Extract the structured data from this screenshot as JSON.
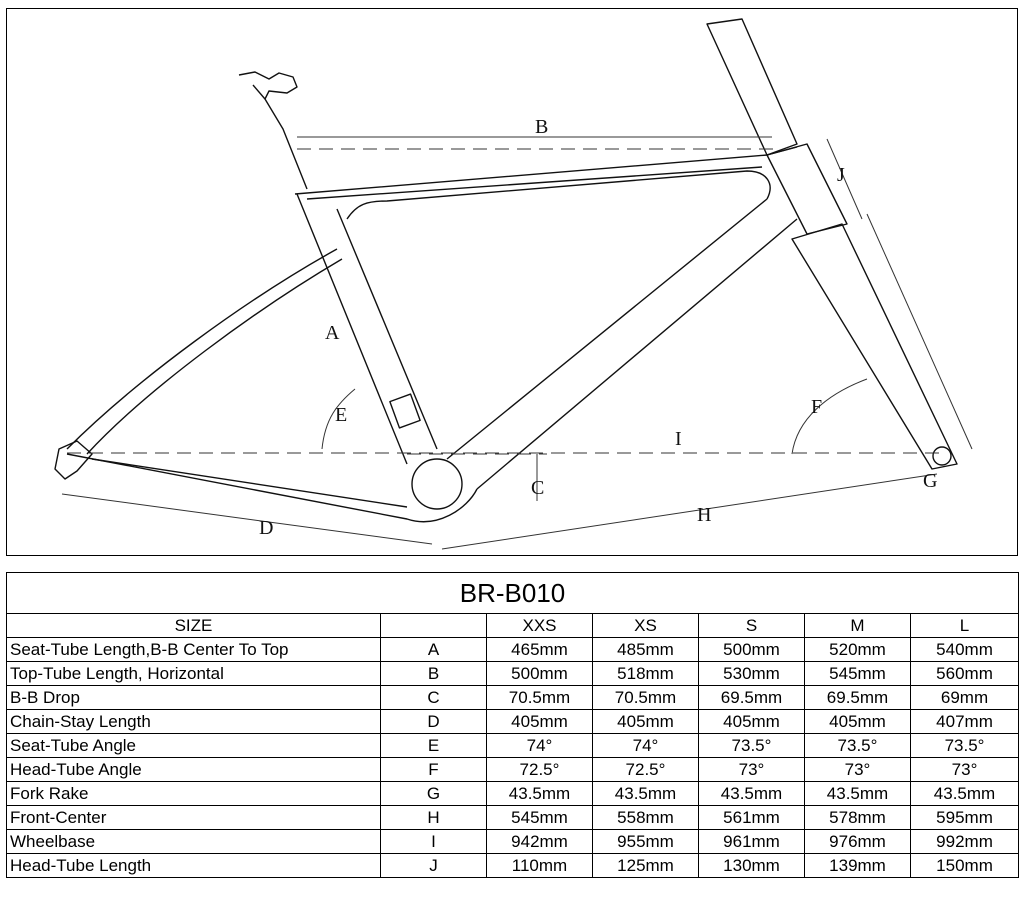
{
  "diagram": {
    "labels": [
      "A",
      "B",
      "C",
      "D",
      "E",
      "F",
      "G",
      "H",
      "I",
      "J"
    ]
  },
  "table": {
    "title": "BR-B010",
    "header": [
      "SIZE",
      "",
      "XXS",
      "XS",
      "S",
      "M",
      "L"
    ],
    "rows": [
      {
        "param": "Seat-Tube Length,B-B Center To Top",
        "code": "A",
        "values": [
          "465mm",
          "485mm",
          "500mm",
          "520mm",
          "540mm"
        ]
      },
      {
        "param": "Top-Tube Length, Horizontal",
        "code": "B",
        "values": [
          "500mm",
          "518mm",
          "530mm",
          "545mm",
          "560mm"
        ]
      },
      {
        "param": "B-B Drop",
        "code": "C",
        "values": [
          "70.5mm",
          "70.5mm",
          "69.5mm",
          "69.5mm",
          "69mm"
        ]
      },
      {
        "param": "Chain-Stay Length",
        "code": "D",
        "values": [
          "405mm",
          "405mm",
          "405mm",
          "405mm",
          "407mm"
        ]
      },
      {
        "param": "Seat-Tube Angle",
        "code": "E",
        "values": [
          "74°",
          "74°",
          "73.5°",
          "73.5°",
          "73.5°"
        ]
      },
      {
        "param": "Head-Tube Angle",
        "code": "F",
        "values": [
          "72.5°",
          "72.5°",
          "73°",
          "73°",
          "73°"
        ]
      },
      {
        "param": "Fork Rake",
        "code": "G",
        "values": [
          "43.5mm",
          "43.5mm",
          "43.5mm",
          "43.5mm",
          "43.5mm"
        ]
      },
      {
        "param": "Front-Center",
        "code": "H",
        "values": [
          "545mm",
          "558mm",
          "561mm",
          "578mm",
          "595mm"
        ]
      },
      {
        "param": "Wheelbase",
        "code": "I",
        "values": [
          "942mm",
          "955mm",
          "961mm",
          "976mm",
          "992mm"
        ]
      },
      {
        "param": "Head-Tube Length",
        "code": "J",
        "values": [
          "110mm",
          "125mm",
          "130mm",
          "139mm",
          "150mm"
        ]
      }
    ]
  }
}
